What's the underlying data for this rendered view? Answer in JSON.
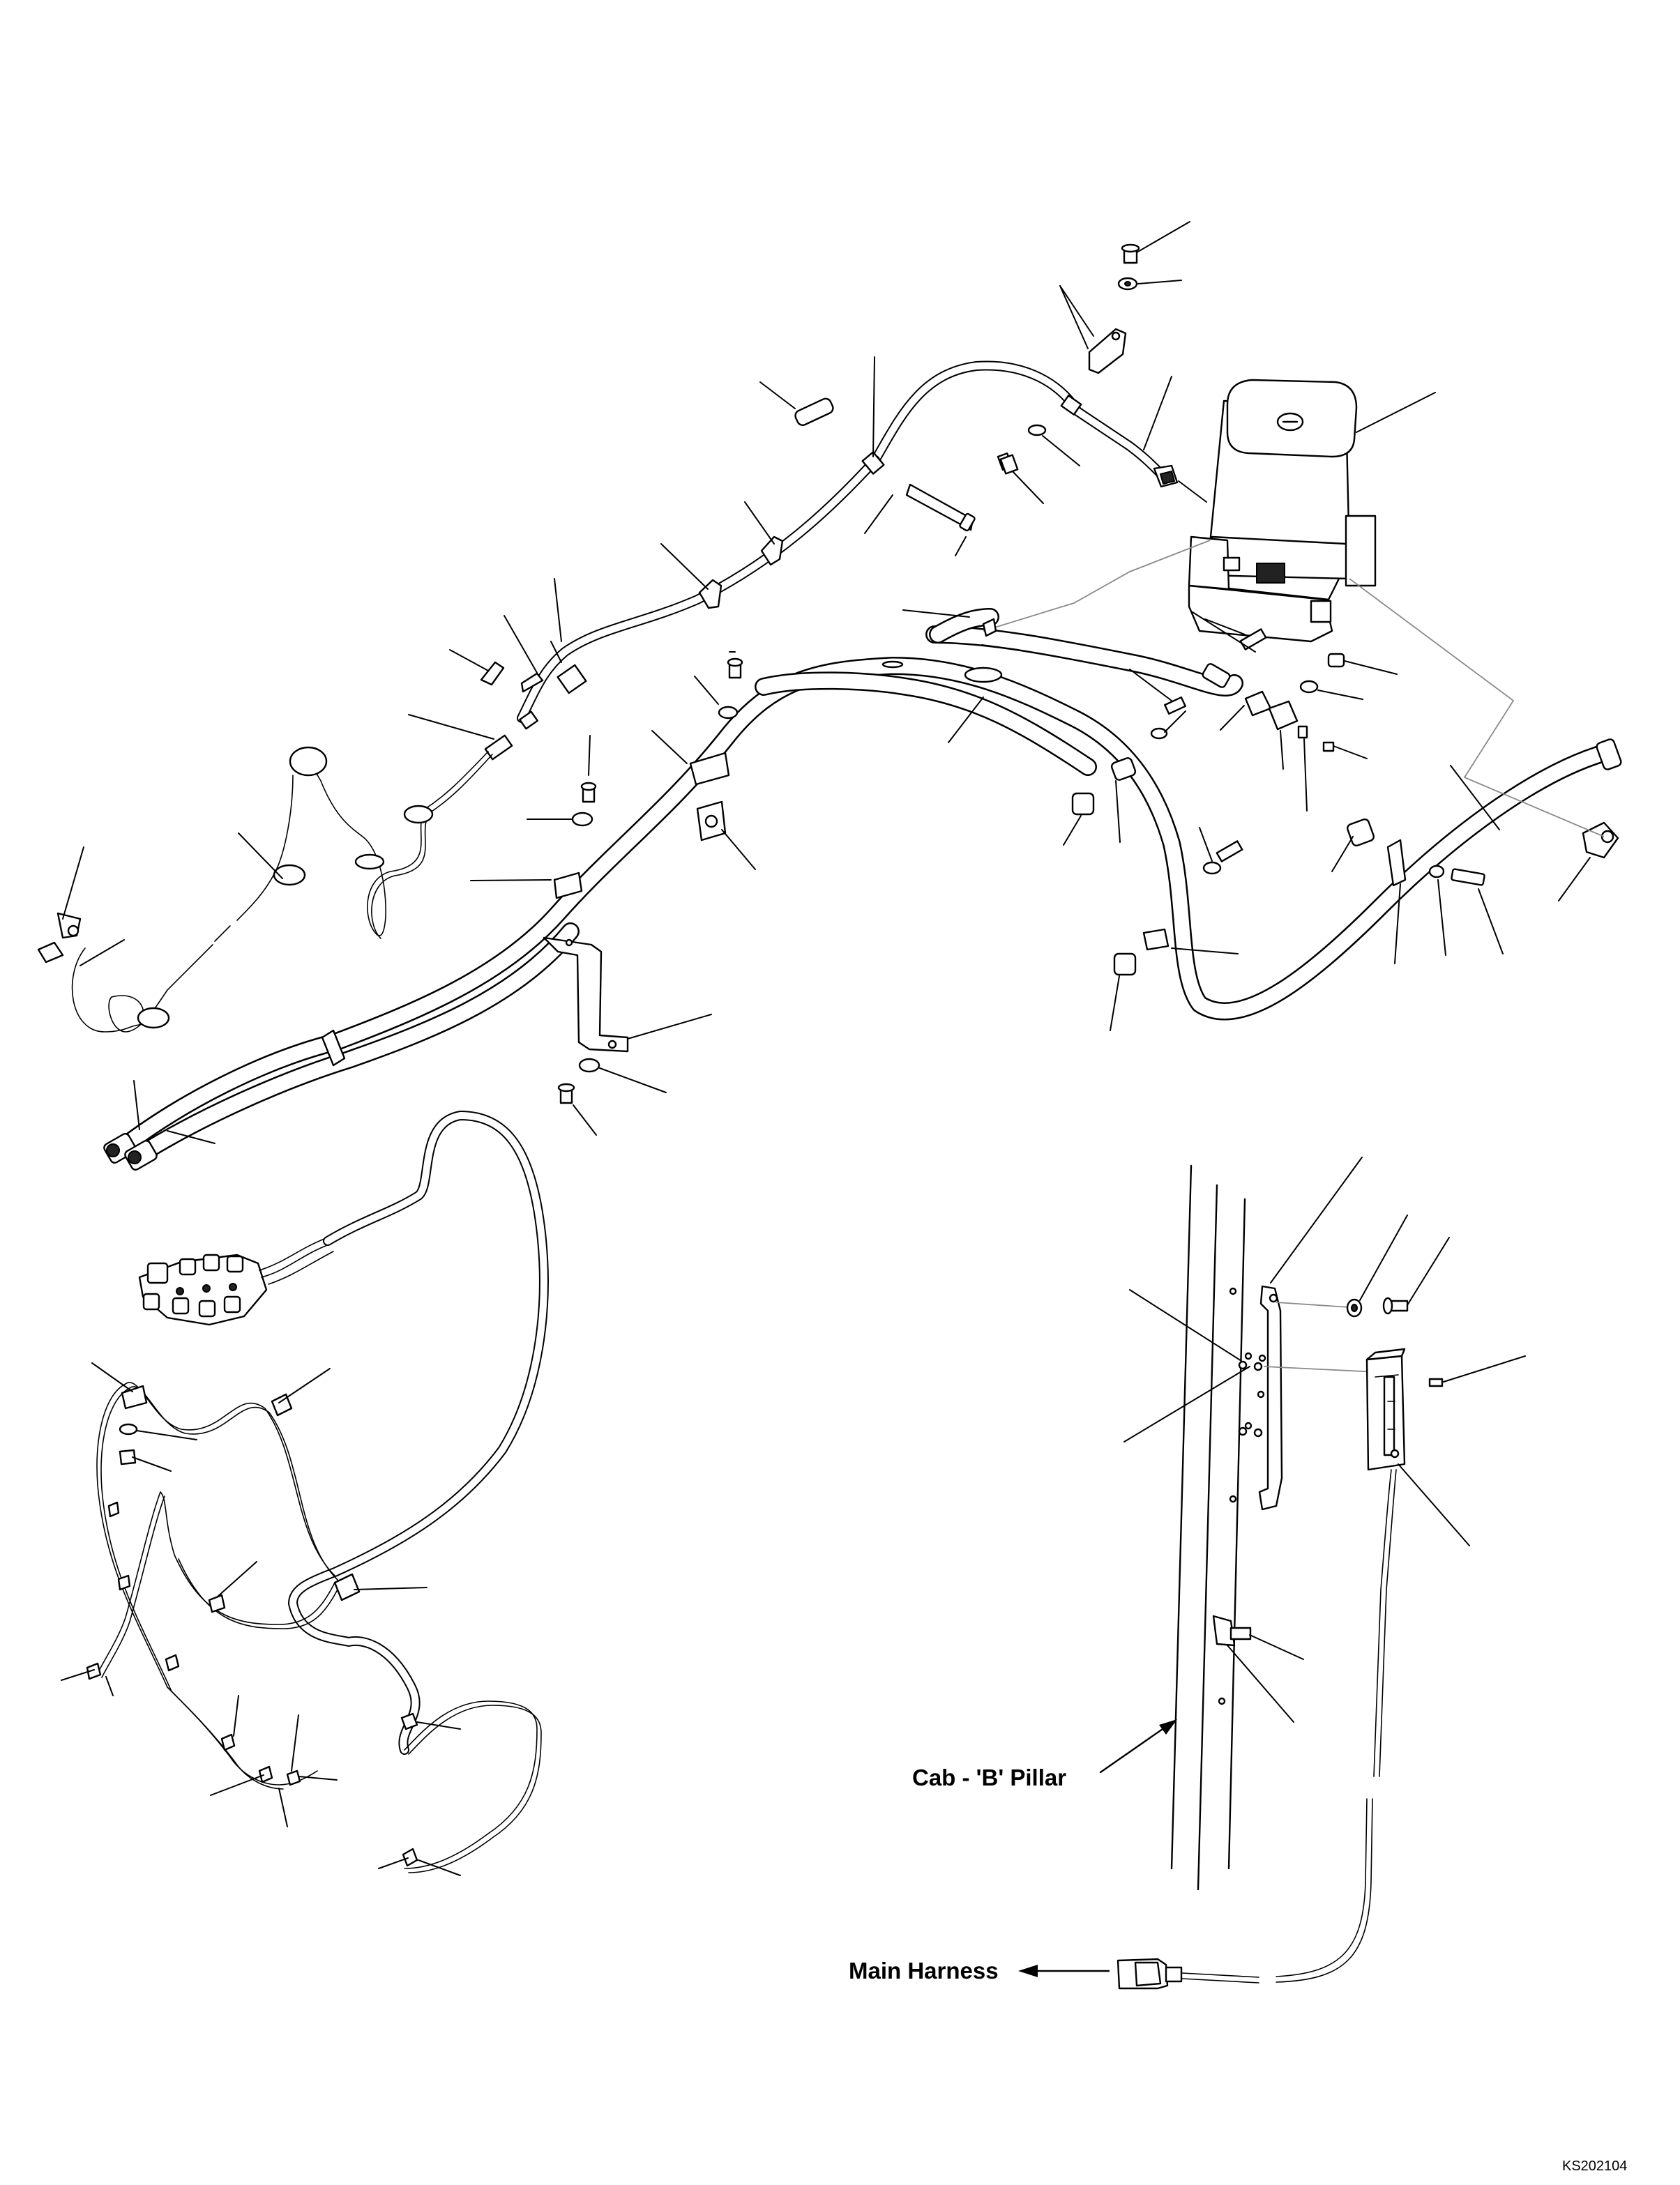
{
  "labels": {
    "cab_pillar": "Cab - 'B' Pillar",
    "main_harness": "Main Harness",
    "drawing_code": "KS202104"
  }
}
